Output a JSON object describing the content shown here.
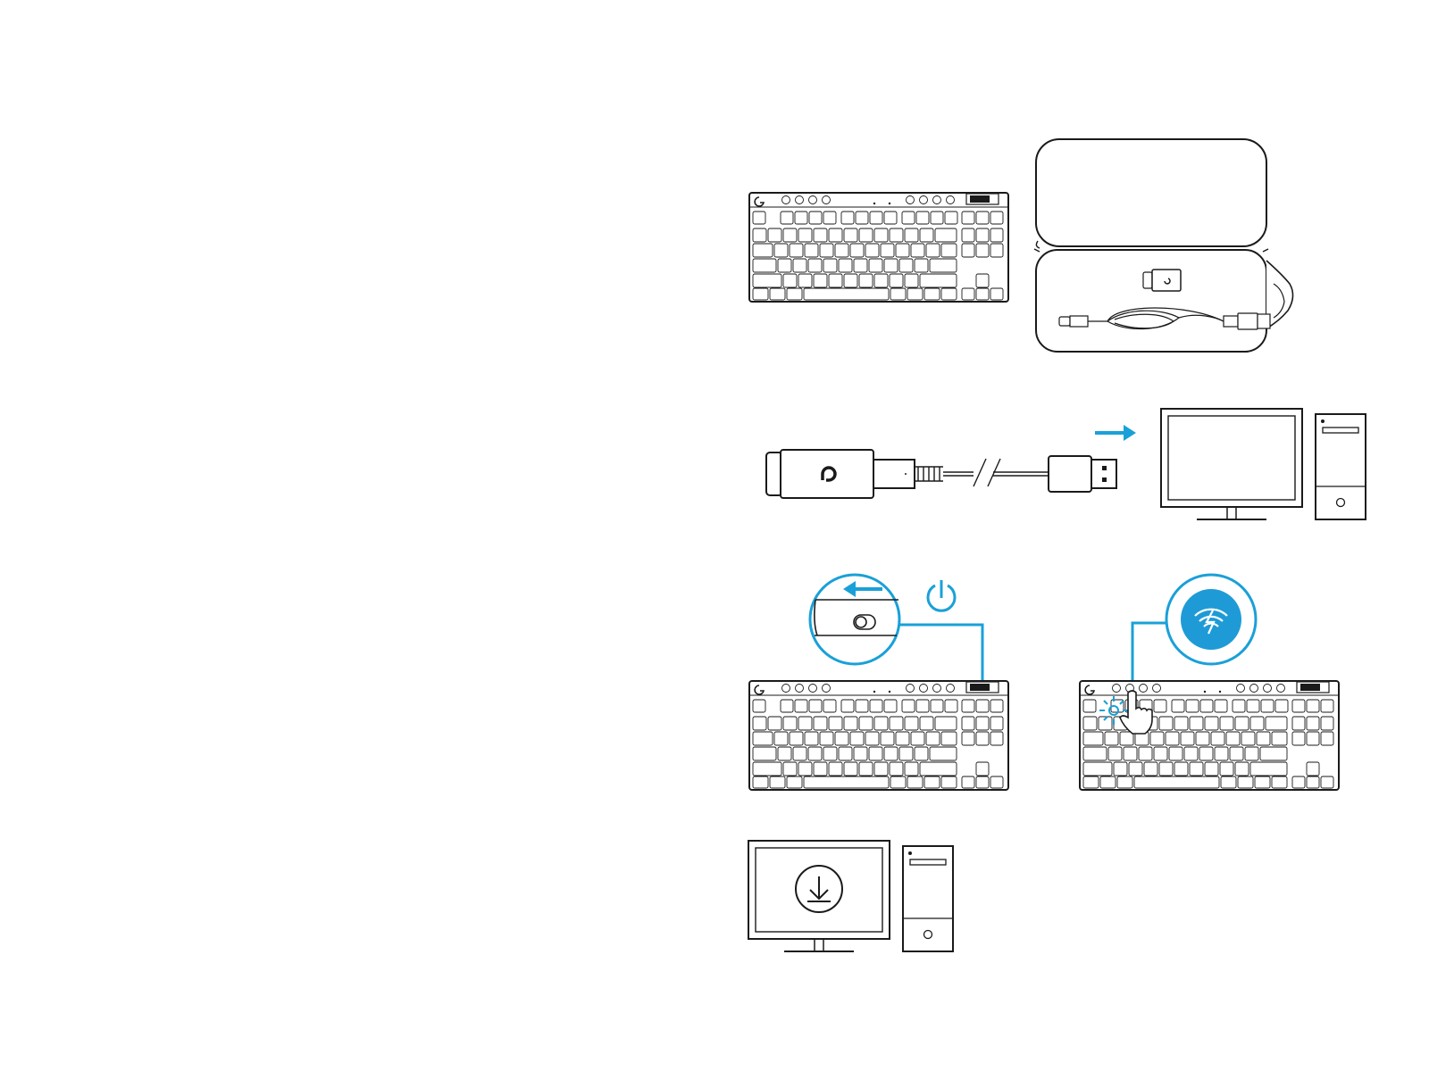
{
  "colors": {
    "line": "#1a1a1a",
    "accent": "#1aa0d8",
    "accent_fill": "#1e9bd7",
    "background": "#ffffff"
  },
  "steps": [
    {
      "id": "step-1-box-contents",
      "icons": [
        "keyboard-icon",
        "carrying-case-icon",
        "receiver-icon",
        "usb-cable-icon"
      ]
    },
    {
      "id": "step-2-connect-receiver",
      "icons": [
        "receiver-extender-icon",
        "arrow-right-icon",
        "monitor-icon",
        "pc-tower-icon"
      ]
    },
    {
      "id": "step-3-power-and-connect",
      "icons": [
        "power-switch-callout-icon",
        "power-icon",
        "keyboard-icon",
        "wireless-button-callout-icon",
        "hand-press-icon"
      ]
    },
    {
      "id": "step-4-install-software",
      "icons": [
        "monitor-download-icon",
        "pc-tower-icon"
      ]
    }
  ]
}
